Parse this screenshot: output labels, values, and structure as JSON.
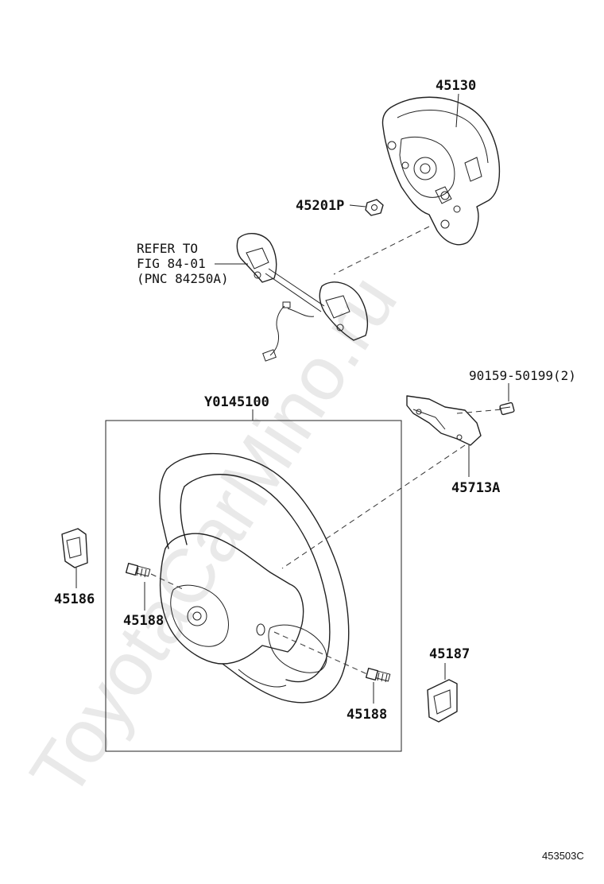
{
  "watermark": "ToyotaCarMino.ru",
  "figure_code": "453503C",
  "parts": [
    {
      "id": "p45130",
      "label": "45130"
    },
    {
      "id": "p45201p",
      "label": "45201P"
    },
    {
      "id": "p90159",
      "label": "90159-50199(2)"
    },
    {
      "id": "p45713a",
      "label": "45713A"
    },
    {
      "id": "pY0145100",
      "label": "Y0145100"
    },
    {
      "id": "p45186",
      "label": "45186"
    },
    {
      "id": "p45188a",
      "label": "45188"
    },
    {
      "id": "p45188b",
      "label": "45188"
    },
    {
      "id": "p45187",
      "label": "45187"
    }
  ],
  "refer_note": {
    "line1": "REFER TO",
    "line2": "FIG 84-01",
    "line3": "(PNC 84250A)"
  }
}
